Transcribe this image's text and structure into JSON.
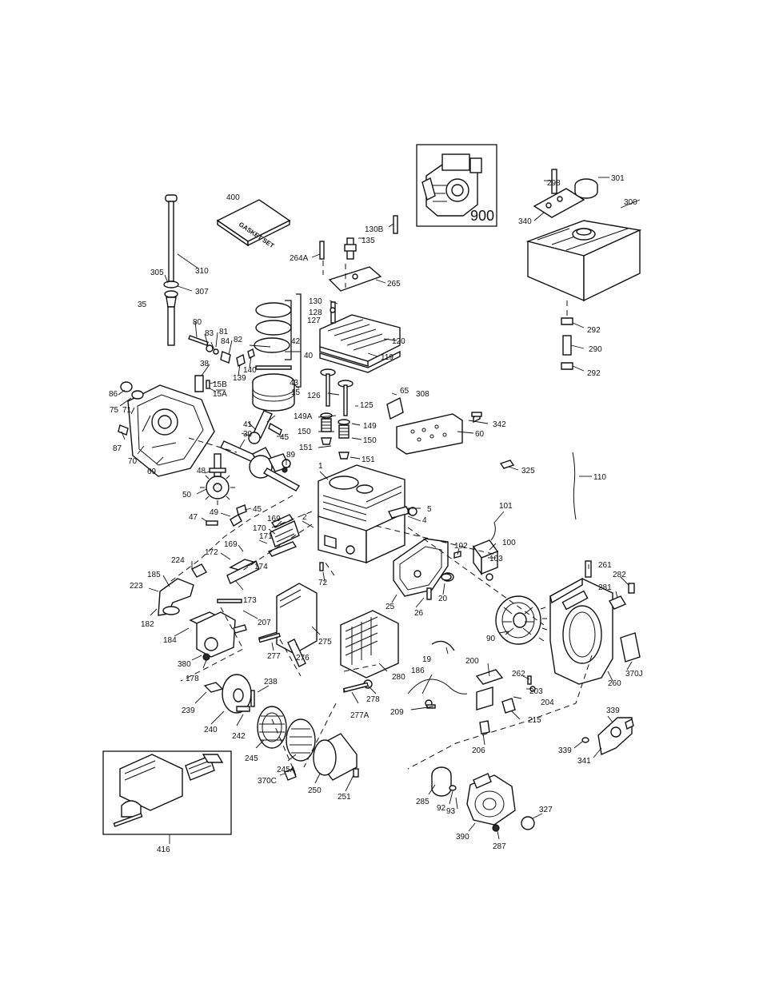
{
  "diagram": {
    "labels": [
      "400",
      "310",
      "305",
      "307",
      "35",
      "298",
      "301",
      "300",
      "340",
      "292",
      "290",
      "292",
      "264A",
      "135",
      "130B",
      "265",
      "130",
      "128",
      "127",
      "120",
      "119",
      "80",
      "83",
      "81",
      "84",
      "82",
      "139",
      "140",
      "42",
      "40",
      "43",
      "15",
      "38",
      "15B",
      "15A",
      "86",
      "75",
      "71",
      "87",
      "70",
      "69",
      "41",
      "30",
      "45",
      "126",
      "125",
      "65",
      "308",
      "149A",
      "149",
      "150",
      "150",
      "151",
      "151",
      "342",
      "60",
      "89",
      "48",
      "50",
      "47",
      "49",
      "45",
      "1",
      "5",
      "4",
      "2",
      "169",
      "170",
      "171",
      "169",
      "172",
      "174",
      "173",
      "72",
      "224",
      "185",
      "223",
      "182",
      "207",
      "184",
      "380",
      "178",
      "277",
      "276",
      "275",
      "280",
      "278",
      "277A",
      "25",
      "26",
      "20",
      "101",
      "100",
      "102",
      "103",
      "325",
      "110",
      "261",
      "282",
      "281",
      "90",
      "370J",
      "260",
      "19",
      "186",
      "200",
      "262",
      "203",
      "204",
      "209",
      "215",
      "206",
      "339",
      "339",
      "341",
      "238",
      "239",
      "240",
      "242",
      "245",
      "245A",
      "370C",
      "250",
      "251",
      "285",
      "92",
      "93",
      "327",
      "390",
      "287",
      "416",
      "900"
    ],
    "gasket_box_text": "GASKET SET"
  }
}
